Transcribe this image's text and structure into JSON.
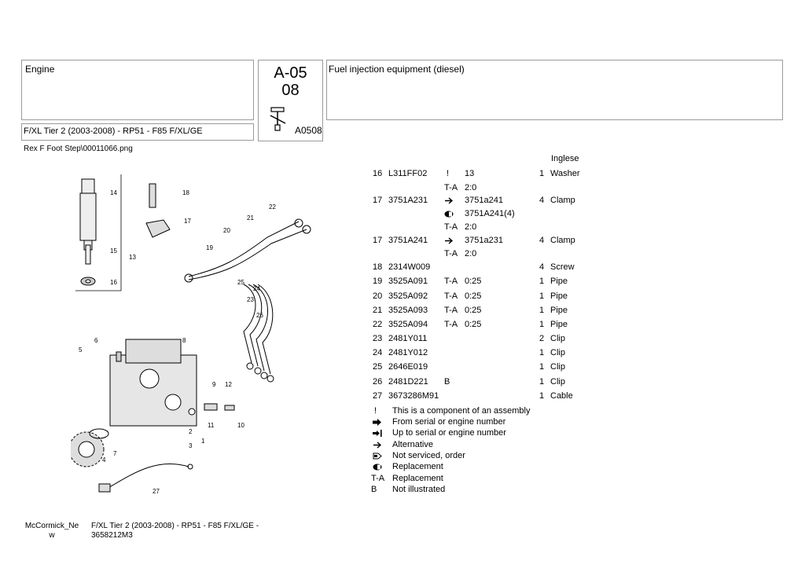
{
  "header": {
    "group": "Engine",
    "code_top": "A-05",
    "code_bottom": "08",
    "code_full": "A0508",
    "section_title": "Fuel injection equipment (diesel)",
    "model": "F/XL Tier 2 (2003-2008) - RP51 - F85 F/XL/GE"
  },
  "image_caption": "Rex F Foot Step\\00011066.png",
  "language": "Inglese",
  "parts": [
    {
      "pos": "16",
      "ref": "L311FF02",
      "mark": "!",
      "info": "13",
      "qty": "1",
      "desc": "Washer"
    },
    {
      "pos": "",
      "ref": "",
      "mark": "T-A",
      "info": "2:0",
      "qty": "",
      "desc": ""
    },
    {
      "pos": "17",
      "ref": "3751A231",
      "mark": "alt",
      "info": "3751a241",
      "qty": "4",
      "desc": "Clamp"
    },
    {
      "pos": "",
      "ref": "",
      "mark": "rep",
      "info": "3751A241(4)",
      "qty": "",
      "desc": ""
    },
    {
      "pos": "",
      "ref": "",
      "mark": "T-A",
      "info": "2:0",
      "qty": "",
      "desc": ""
    },
    {
      "pos": "17",
      "ref": "3751A241",
      "mark": "alt",
      "info": "3751a231",
      "qty": "4",
      "desc": "Clamp"
    },
    {
      "pos": "",
      "ref": "",
      "mark": "T-A",
      "info": "2:0",
      "qty": "",
      "desc": ""
    },
    {
      "pos": "18",
      "ref": "2314W009",
      "mark": "",
      "info": "",
      "qty": "4",
      "desc": "Screw"
    },
    {
      "pos": "19",
      "ref": "3525A091",
      "mark": "T-A",
      "info": "0:25",
      "qty": "1",
      "desc": "Pipe"
    },
    {
      "pos": "20",
      "ref": "3525A092",
      "mark": "T-A",
      "info": "0:25",
      "qty": "1",
      "desc": "Pipe"
    },
    {
      "pos": "21",
      "ref": "3525A093",
      "mark": "T-A",
      "info": "0:25",
      "qty": "1",
      "desc": "Pipe"
    },
    {
      "pos": "22",
      "ref": "3525A094",
      "mark": "T-A",
      "info": "0:25",
      "qty": "1",
      "desc": "Pipe"
    },
    {
      "pos": "23",
      "ref": "2481Y011",
      "mark": "",
      "info": "",
      "qty": "2",
      "desc": "Clip"
    },
    {
      "pos": "24",
      "ref": "2481Y012",
      "mark": "",
      "info": "",
      "qty": "1",
      "desc": "Clip"
    },
    {
      "pos": "25",
      "ref": "2646E019",
      "mark": "",
      "info": "",
      "qty": "1",
      "desc": "Clip"
    },
    {
      "pos": "26",
      "ref": "2481D221",
      "mark": "B",
      "info": "",
      "qty": "1",
      "desc": "Clip"
    },
    {
      "pos": "27",
      "ref": "3673286M91",
      "mark": "",
      "info": "",
      "qty": "1",
      "desc": "Cable"
    }
  ],
  "legend": [
    {
      "icon": "!",
      "text": "This is a component of an assembly"
    },
    {
      "icon": "from-serial-icon",
      "text": "From serial or engine number"
    },
    {
      "icon": "up-to-serial-icon",
      "text": "Up to serial or engine number"
    },
    {
      "icon": "alternative-icon",
      "text": "Alternative"
    },
    {
      "icon": "not-serviced-icon",
      "text": "Not serviced, order"
    },
    {
      "icon": "replacement-icon",
      "text": "Replacement"
    },
    {
      "icon": "T-A",
      "text": "Replacement"
    },
    {
      "icon": "B",
      "text": "Not illustrated"
    }
  ],
  "diagram_labels": [
    "14",
    "18",
    "17",
    "15",
    "13",
    "16",
    "22",
    "21",
    "20",
    "19",
    "25",
    "24",
    "23",
    "26",
    "6",
    "8",
    "5",
    "9",
    "12",
    "11",
    "10",
    "2",
    "1",
    "3",
    "7",
    "4",
    "27"
  ],
  "footer": {
    "brand": "McCormick_New",
    "model": "F/XL Tier 2 (2003-2008) - RP51 - F85 F/XL/GE -",
    "part_no": "3658212M3"
  }
}
